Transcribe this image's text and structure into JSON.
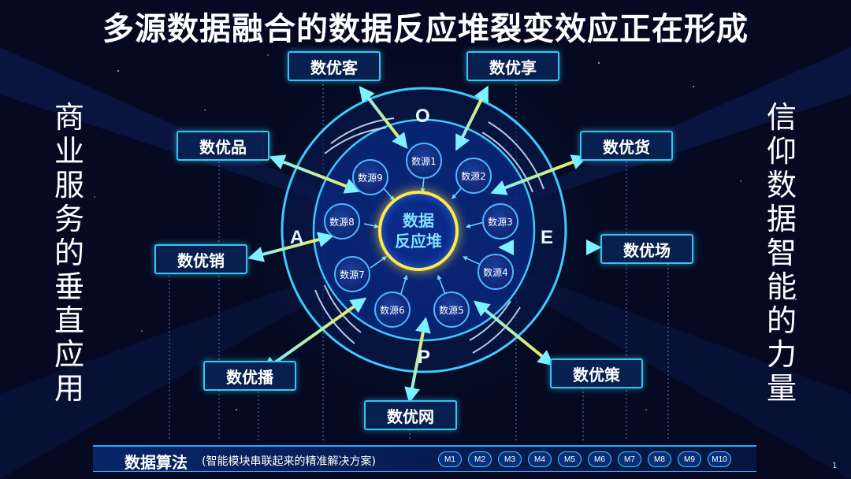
{
  "title": "多源数据融合的数据反应堆裂变效应正在形成",
  "left_side_text": "商业服务的垂直应用",
  "right_side_text": "信仰数据智能的力量",
  "center_label_line1": "数据",
  "center_label_line2": "反应堆",
  "ring_letters": {
    "top": "O",
    "right": "E",
    "bottom": "P",
    "left": "A"
  },
  "sources": [
    "数源1",
    "数源2",
    "数源3",
    "数源4",
    "数源5",
    "数源6",
    "数源7",
    "数源8",
    "数源9"
  ],
  "outputs": {
    "ke": "数优客",
    "xiang": "数优享",
    "pin": "数优品",
    "huo": "数优货",
    "xiao": "数优销",
    "chang": "数优场",
    "bo": "数优播",
    "ce": "数优策",
    "wang": "数优网"
  },
  "algorithm": {
    "title": "数据算法",
    "subtitle": "(智能模块串联起来的精准解决方案)",
    "modules": [
      "M1",
      "M2",
      "M3",
      "M4",
      "M5",
      "M6",
      "M7",
      "M8",
      "M9",
      "M10"
    ]
  },
  "page_number": "1",
  "colors": {
    "background": "#050a22",
    "box_border": "#35c5f5",
    "center_ring": "#ffe94a",
    "arrow_yellow": "#ffe94a",
    "arrow_cyan": "#7ef0ff"
  }
}
